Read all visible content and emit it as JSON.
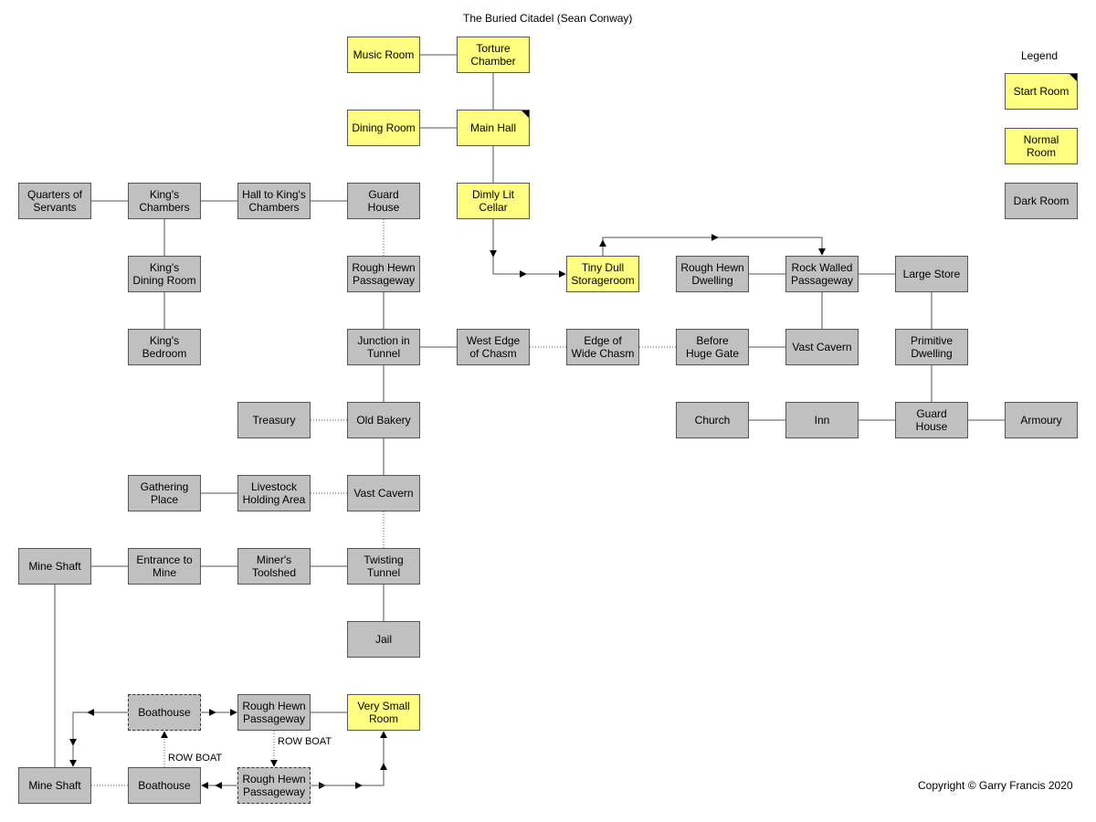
{
  "title": "The Buried Citadel (Sean Conway)",
  "copyright": "Copyright © Garry Francis 2020",
  "legend": {
    "heading": "Legend",
    "start": "Start Room",
    "normal": "Normal\nRoom",
    "dark": "Dark Room"
  },
  "colors": {
    "dark": "#c0c0c0",
    "normal": "#ffff80",
    "line": "#555555"
  },
  "rooms": {
    "music_room": "Music Room",
    "torture_chamber": "Torture\nChamber",
    "dining_room": "Dining Room",
    "main_hall": "Main Hall",
    "dimly_lit_cellar": "Dimly Lit\nCellar",
    "quarters_of_servants": "Quarters of\nServants",
    "kings_chambers": "King's\nChambers",
    "hall_to_kings_chambers": "Hall to King's\nChambers",
    "guard_house_north": "Guard\nHouse",
    "kings_dining_room": "King's\nDining Room",
    "kings_bedroom": "King's\nBedroom",
    "rough_hewn_passageway_1": "Rough Hewn\nPassageway",
    "tiny_dull_storageroom": "Tiny Dull\nStorageroom",
    "rough_hewn_dwelling": "Rough Hewn\nDwelling",
    "rock_walled_passageway": "Rock Walled\nPassageway",
    "large_store": "Large Store",
    "junction_in_tunnel": "Junction in\nTunnel",
    "west_edge_of_chasm": "West Edge\nof Chasm",
    "edge_of_wide_chasm": "Edge of\nWide Chasm",
    "before_huge_gate": "Before\nHuge Gate",
    "vast_cavern_east": "Vast Cavern",
    "primitive_dwelling": "Primitive\nDwelling",
    "treasury": "Treasury",
    "old_bakery": "Old Bakery",
    "church": "Church",
    "inn": "Inn",
    "guard_house_east": "Guard\nHouse",
    "armoury": "Armoury",
    "gathering_place": "Gathering\nPlace",
    "livestock_holding_area": "Livestock\nHolding Area",
    "vast_cavern_west": "Vast Cavern",
    "mine_shaft_top": "Mine Shaft",
    "entrance_to_mine": "Entrance to\nMine",
    "miners_toolshed": "Miner's\nToolshed",
    "twisting_tunnel": "Twisting\nTunnel",
    "jail": "Jail",
    "boathouse_dashed": "Boathouse",
    "rough_hewn_passageway_2": "Rough Hewn\nPassageway",
    "very_small_room": "Very Small\nRoom",
    "mine_shaft_bottom": "Mine Shaft",
    "boathouse": "Boathouse",
    "rough_hewn_passageway_3": "Rough Hewn\nPassageway"
  },
  "labels": {
    "row_boat_1": "ROW BOAT",
    "row_boat_2": "ROW BOAT"
  }
}
